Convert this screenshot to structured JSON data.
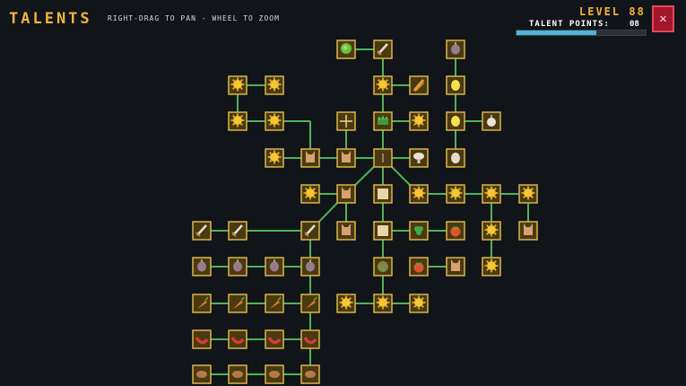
{
  "header": {
    "title": "TALENTS",
    "hint": "RIGHT-DRAG TO PAN  -  WHEEL TO ZOOM",
    "level_text": "LEVEL 88",
    "talent_points_label": "TALENT POINTS:",
    "talent_points_value": "08",
    "xp_progress": 0.62
  },
  "close_button": {
    "icon": "close-icon",
    "glyph": "✕"
  },
  "colors": {
    "accent": "#f2b33d",
    "edge": "#4fb15c",
    "node_border": "#d9b54a",
    "close_bg": "#a3172d",
    "xp_fill": "#49b8d8"
  },
  "tree": {
    "nodes": [
      {
        "id": "n1",
        "icon": "cabbage-icon"
      },
      {
        "id": "n2",
        "icon": "sword-icon"
      },
      {
        "id": "n3",
        "icon": "onion-icon"
      },
      {
        "id": "n4",
        "icon": "sun-icon"
      },
      {
        "id": "n5",
        "icon": "sun-icon"
      },
      {
        "id": "n6",
        "icon": "sun-icon"
      },
      {
        "id": "n7",
        "icon": "wheat-icon"
      },
      {
        "id": "n8",
        "icon": "lemon-icon"
      },
      {
        "id": "n9",
        "icon": "sun-icon"
      },
      {
        "id": "n10",
        "icon": "sun-icon"
      },
      {
        "id": "n11",
        "icon": "sparkle-icon"
      },
      {
        "id": "n12",
        "icon": "grass-icon"
      },
      {
        "id": "n13",
        "icon": "sun-icon"
      },
      {
        "id": "n14",
        "icon": "lemon-icon"
      },
      {
        "id": "n15",
        "icon": "garlic-icon"
      },
      {
        "id": "n16",
        "icon": "sun-icon"
      },
      {
        "id": "n17",
        "icon": "cat-icon"
      },
      {
        "id": "n18",
        "icon": "cat-icon"
      },
      {
        "id": "n19",
        "icon": "root-icon"
      },
      {
        "id": "n20",
        "icon": "mushroom-icon"
      },
      {
        "id": "n21",
        "icon": "egg-icon"
      },
      {
        "id": "n22",
        "icon": "sun-icon"
      },
      {
        "id": "n23",
        "icon": "cat-icon"
      },
      {
        "id": "n24",
        "icon": "scroll-icon"
      },
      {
        "id": "n25",
        "icon": "sun-icon"
      },
      {
        "id": "n26",
        "icon": "sun-icon"
      },
      {
        "id": "n27",
        "icon": "sun-icon"
      },
      {
        "id": "n28",
        "icon": "sun-icon"
      },
      {
        "id": "n29",
        "icon": "sword-icon"
      },
      {
        "id": "n30",
        "icon": "sword-icon"
      },
      {
        "id": "n31",
        "icon": "sword-icon"
      },
      {
        "id": "n32",
        "icon": "cat-icon"
      },
      {
        "id": "n33",
        "icon": "scroll-icon"
      },
      {
        "id": "n34",
        "icon": "clover-icon"
      },
      {
        "id": "n35",
        "icon": "tomato-icon"
      },
      {
        "id": "n36",
        "icon": "sun-icon"
      },
      {
        "id": "n37",
        "icon": "cat-icon"
      },
      {
        "id": "n38",
        "icon": "onion-icon"
      },
      {
        "id": "n39",
        "icon": "onion-icon"
      },
      {
        "id": "n40",
        "icon": "onion-icon"
      },
      {
        "id": "n41",
        "icon": "onion-icon"
      },
      {
        "id": "n42",
        "icon": "seed-icon"
      },
      {
        "id": "n43",
        "icon": "tomato-icon"
      },
      {
        "id": "n44",
        "icon": "cat-icon"
      },
      {
        "id": "n45",
        "icon": "sun-icon"
      },
      {
        "id": "n46",
        "icon": "carrot-icon"
      },
      {
        "id": "n47",
        "icon": "carrot-icon"
      },
      {
        "id": "n48",
        "icon": "carrot-icon"
      },
      {
        "id": "n49",
        "icon": "carrot-icon"
      },
      {
        "id": "n50",
        "icon": "sun-icon"
      },
      {
        "id": "n51",
        "icon": "sun-icon"
      },
      {
        "id": "n52",
        "icon": "sun-icon"
      },
      {
        "id": "n53",
        "icon": "chili-icon"
      },
      {
        "id": "n54",
        "icon": "chili-icon"
      },
      {
        "id": "n55",
        "icon": "chili-icon"
      },
      {
        "id": "n56",
        "icon": "chili-icon"
      },
      {
        "id": "n57",
        "icon": "potato-icon"
      },
      {
        "id": "n58",
        "icon": "potato-icon"
      },
      {
        "id": "n59",
        "icon": "potato-icon"
      },
      {
        "id": "n60",
        "icon": "potato-icon"
      }
    ]
  }
}
